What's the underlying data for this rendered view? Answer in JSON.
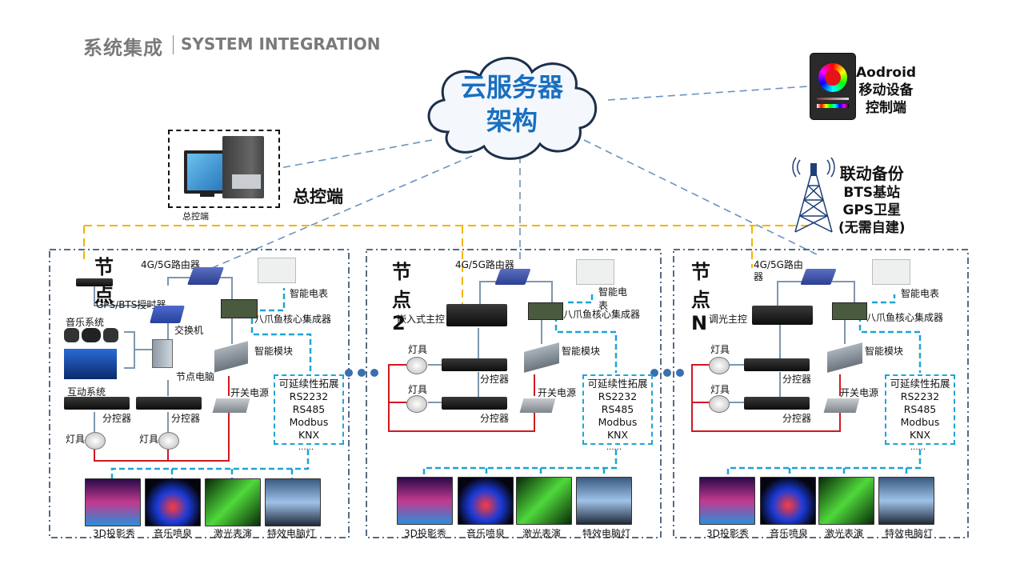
{
  "header": {
    "title_cn": "系统集成",
    "title_en": "SYSTEM INTEGRATION"
  },
  "cloud": {
    "line1": "云服务器",
    "line2": "架构"
  },
  "mobile": {
    "line1": "Aodroid",
    "line2": "移动设备",
    "line3": "控制端"
  },
  "backup": {
    "line1": "联动备份",
    "line2": "BTS基站",
    "line3": "GPS卫星",
    "line4": "(无需自建)"
  },
  "master": {
    "caption": "总控端",
    "label": "总控端"
  },
  "colors": {
    "cloud_text": "#1a6fc0",
    "title_gray": "#7a7a7a",
    "link_dashed_blue": "#6b93bd",
    "link_gold": "#f2b400",
    "power_red": "#d0191f",
    "bus_cyan": "#1fa4d6",
    "wire_gray": "#7f97ad"
  },
  "nodes": [
    {
      "title": "节点",
      "router": "4G/5G路由器",
      "meter": "智能电表",
      "gps": "GPS/BTS授时器",
      "switch": "交换机",
      "hub": "八爪鱼核心集成器",
      "music": "音乐系统",
      "interactive": "互动系统",
      "pc": "节点电脑",
      "module": "智能模块",
      "psu": "开关电源",
      "ctrl1": "分控器",
      "ctrl2": "分控器",
      "lamp1": "灯具",
      "lamp2": "灯具",
      "ext": [
        "可延续性拓展",
        "RS2232",
        "RS485",
        "Modbus",
        "KNX"
      ],
      "ellipsis": "......",
      "shows": [
        "3D投影秀",
        "音乐喷泉",
        "激光表演",
        "特效电脑灯"
      ]
    },
    {
      "title": "节点2",
      "router": "4G/5G路由器",
      "meter": "智能电表",
      "main": "嵌入式主控",
      "hub": "八爪鱼核心集成器",
      "module": "智能模块",
      "psu": "开关电源",
      "ctrl1": "分控器",
      "ctrl2": "分控器",
      "lamp1": "灯具",
      "lamp2": "灯具",
      "ext": [
        "可延续性拓展",
        "RS2232",
        "RS485",
        "Modbus",
        "KNX"
      ],
      "ellipsis": "......",
      "shows": [
        "3D投影秀",
        "音乐喷泉",
        "激光表演",
        "特效电脑灯"
      ]
    },
    {
      "title": "节点N",
      "router": "4G/5G路由器",
      "meter": "智能电表",
      "main": "调光主控",
      "hub": "八爪鱼核心集成器",
      "module": "智能模块",
      "psu": "开关电源",
      "ctrl1": "分控器",
      "ctrl2": "分控器",
      "lamp1": "灯具",
      "lamp2": "灯具",
      "ext": [
        "可延续性拓展",
        "RS2232",
        "RS485",
        "Modbus",
        "KNX"
      ],
      "ellipsis": "......",
      "shows": [
        "3D投影秀",
        "音乐喷泉",
        "激光表演",
        "特效电脑灯"
      ]
    }
  ]
}
